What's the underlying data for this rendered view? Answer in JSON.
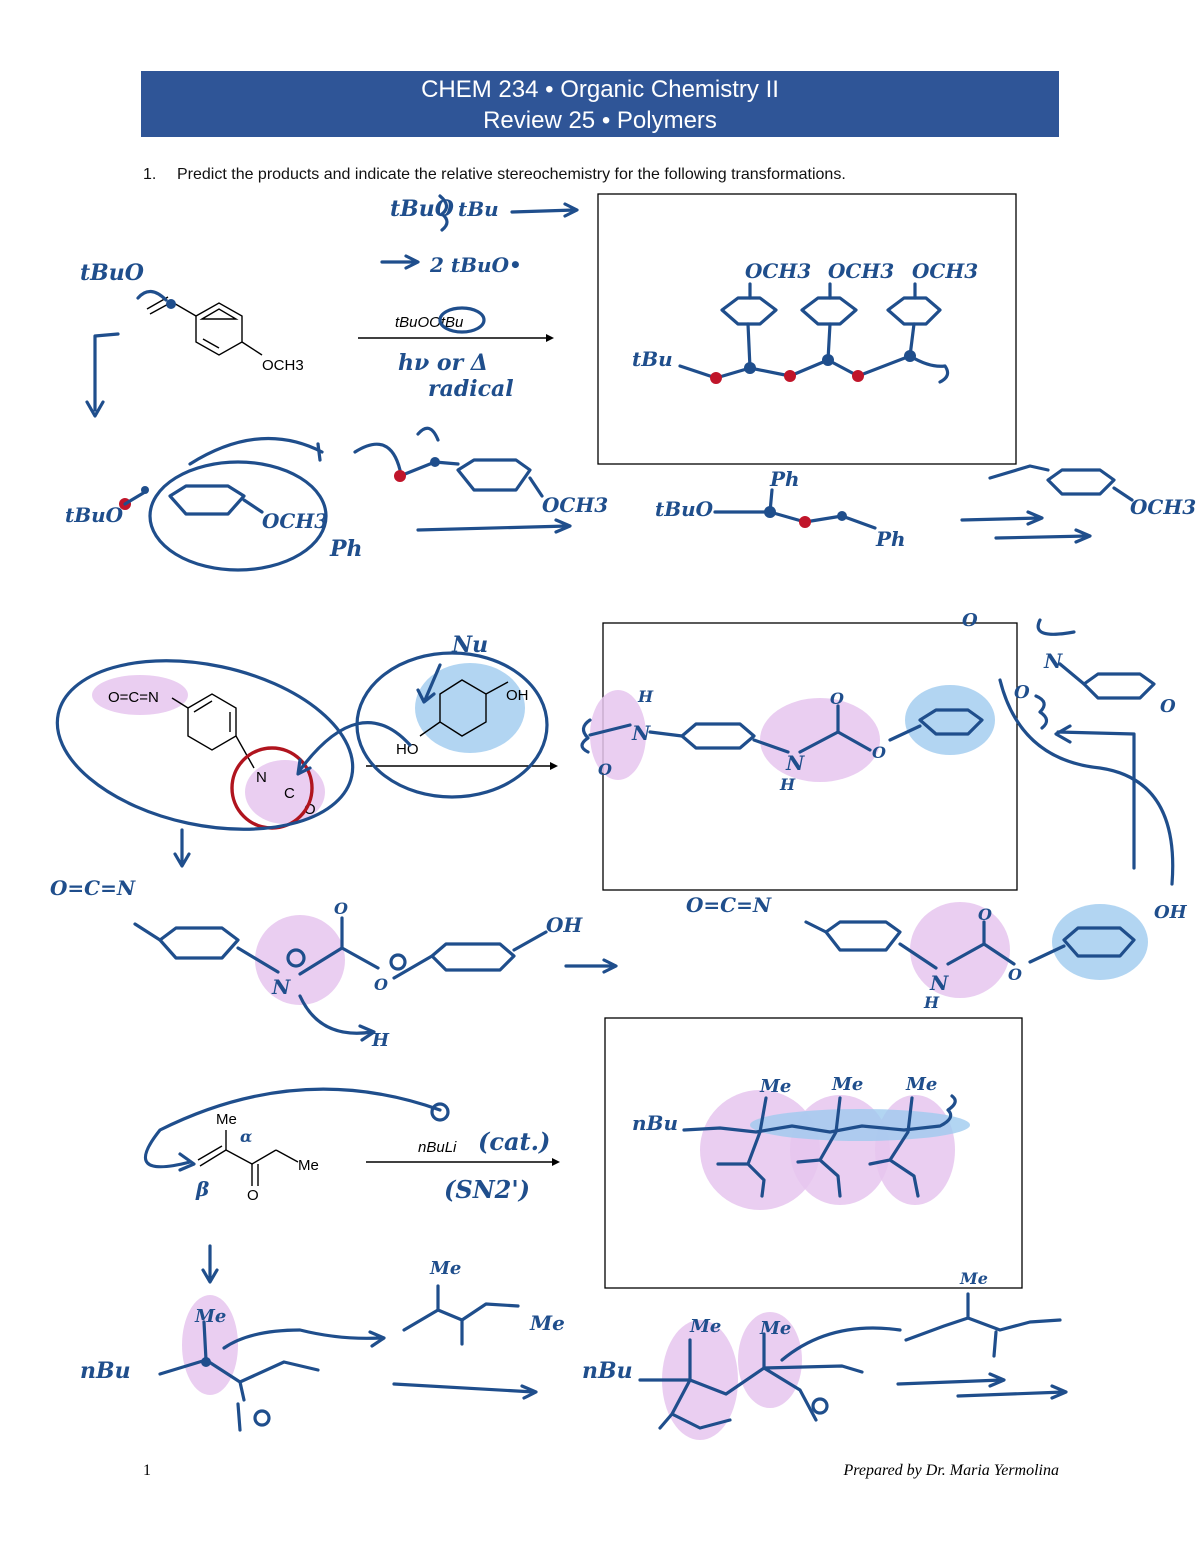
{
  "header": {
    "course": "CHEM 234 • Organic Chemistry II",
    "review": "Review 25 • Polymers"
  },
  "question": {
    "number": "1.",
    "text": "Predict the products and indicate the relative stereochemistry for the following transformations."
  },
  "reaction1": {
    "substituent": "OCH3",
    "reagent": "tBuOOtBu",
    "note_line1": "hν or Δ",
    "note_line2": "radical",
    "ink_initiator": "tBuO",
    "ink_tBu": "tBu",
    "ink_2tBuO": "2 tBuO•",
    "ink_OCH3": "OCH3",
    "ink_Ph": "Ph"
  },
  "reaction2": {
    "isocyanate": "O=C=N",
    "N": "N",
    "C": "C",
    "O": "O",
    "OH": "OH",
    "HO": "HO",
    "ink_Nu": "Nu",
    "ink_N": "N",
    "ink_H": "H",
    "ink_O": "O",
    "ink_OH": "OH"
  },
  "reaction3": {
    "Me_label": "Me",
    "O_label": "O",
    "reagent": "nBuLi",
    "ink_cat": "(cat.)",
    "ink_SN2": "(SN2')",
    "ink_nBu": "nBu",
    "ink_Me": "Me",
    "ink_alpha": "α",
    "ink_beta": "β"
  },
  "footer": {
    "page": "1",
    "credit": "Prepared by Dr. Maria Yermolina"
  }
}
